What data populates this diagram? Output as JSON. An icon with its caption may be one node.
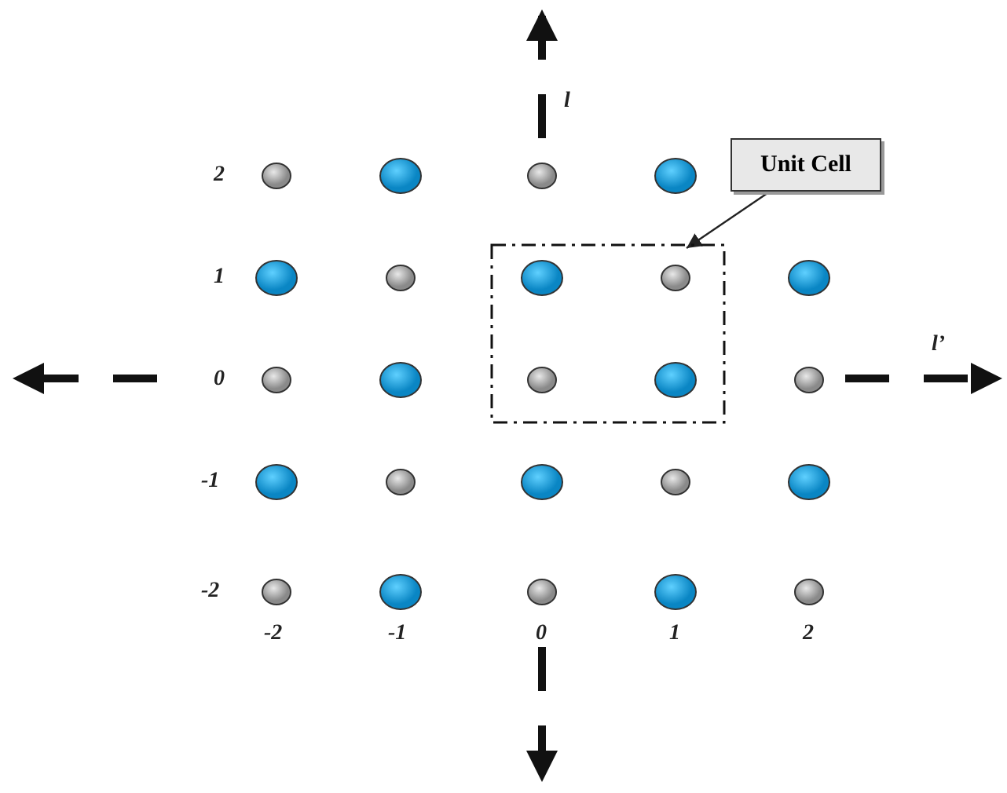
{
  "diagram": {
    "nodes": [
      {
        "text": [
          "Unit Cell"
        ]
      },
      {
        "text": [],
        "shape": "box"
      }
    ],
    "edges": [
      {
        "from": 0,
        "to": 1,
        "arrow": "to"
      }
    ],
    "labels": [
      "l",
      "l’",
      "2",
      "1",
      "0",
      "-1",
      "-2",
      "-2",
      "-1",
      "0",
      "1",
      "2"
    ]
  }
}
